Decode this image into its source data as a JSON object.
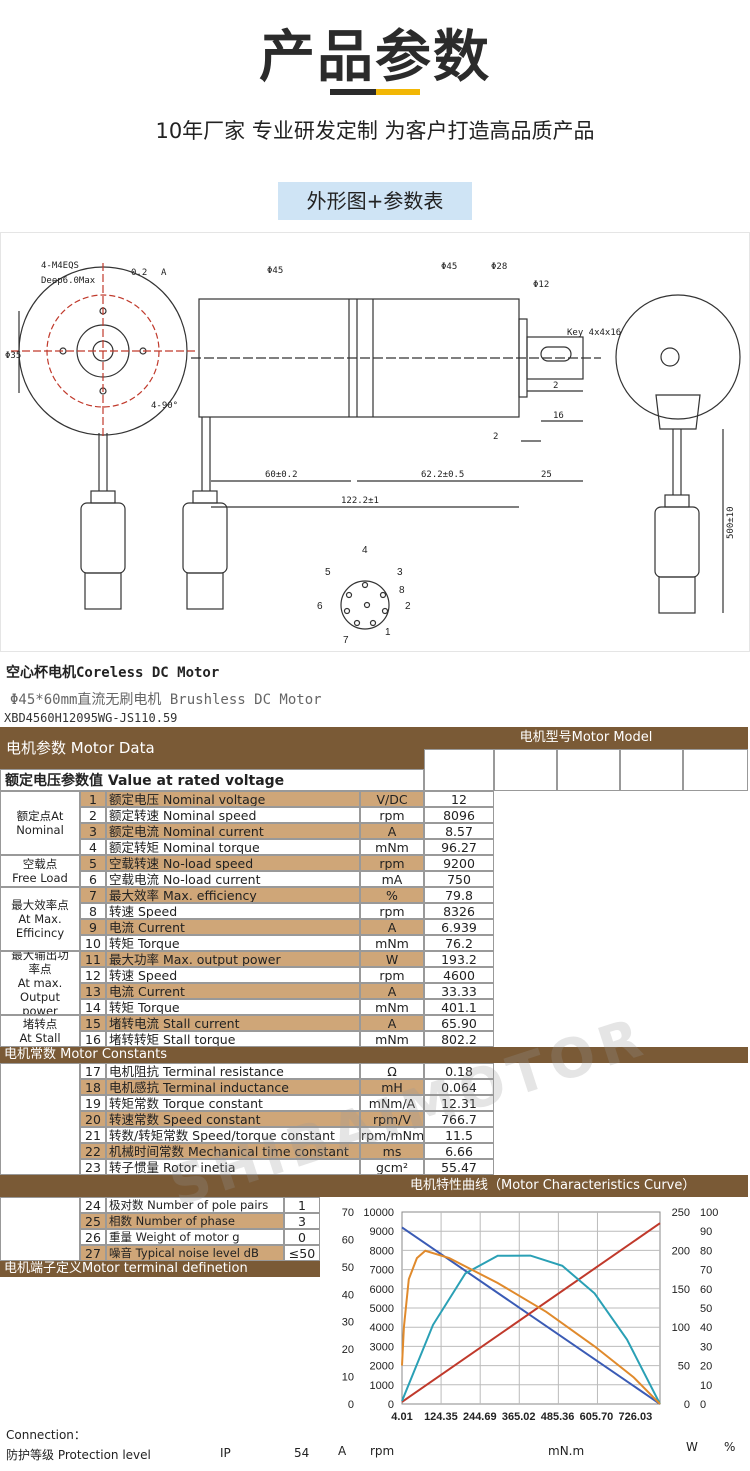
{
  "header": {
    "title": "产品参数",
    "subtitle": "10年厂家 专业研发定制 为客户打造高品质产品",
    "section_tag": "外形图+参数表"
  },
  "drawing": {
    "labels": {
      "hole_note": "4-M4EQS",
      "hole_depth": "Deep6.0Max",
      "tolerance": "0.2",
      "datum": "A",
      "dia35": "Φ35",
      "angle": "4-90°",
      "d45a": "Φ45",
      "d45b": "Φ45",
      "d28": "Φ28",
      "d12": "Φ12",
      "key": "Key 4x4x16",
      "dim2a": "2",
      "dim16": "16",
      "dim2b": "2",
      "dim60": "60±0.2",
      "dim622": "62.2±0.5",
      "dim25": "25",
      "dim1222": "122.2±1",
      "dim500": "500±10",
      "pins": [
        "1",
        "2",
        "3",
        "4",
        "5",
        "6",
        "7",
        "8"
      ]
    }
  },
  "info": {
    "line1": "空心杯电机Coreless DC Motor",
    "line2": "Φ45*60mm直流无刷电机 Brushless DC Motor",
    "line3": "XBD4560H12095WG-JS110.59"
  },
  "table": {
    "motor_data_title": "电机参数 Motor Data",
    "motor_model_title": "电机型号Motor Model",
    "rated_title": "额定电压参数值 Value at rated voltage",
    "groups": [
      {
        "label": "额定点At Nominal"
      },
      {
        "label": "空载点 Free Load"
      },
      {
        "label": "最大效率点 At Max. Efficincy"
      },
      {
        "label": "最大输出功率点 At max. Output power"
      },
      {
        "label": "堵转点 At Stall"
      }
    ],
    "group_lines": [
      [
        "额定点At",
        "Nominal"
      ],
      [
        "空载点",
        "Free Load"
      ],
      [
        "最大效率点",
        "At Max.",
        "Efficincy"
      ],
      [
        "最大输出功",
        "率点",
        "At max.",
        "Output power"
      ],
      [
        "堵转点",
        "At Stall"
      ]
    ],
    "rows": [
      {
        "no": "1",
        "name": "额定电压 Nominal voltage",
        "unit": "V/DC",
        "value": "12"
      },
      {
        "no": "2",
        "name": "额定转速 Nominal speed",
        "unit": "rpm",
        "value": "8096"
      },
      {
        "no": "3",
        "name": "额定电流 Nominal current",
        "unit": "A",
        "value": "8.57"
      },
      {
        "no": "4",
        "name": "额定转矩 Nominal torque",
        "unit": "mNm",
        "value": "96.27"
      },
      {
        "no": "5",
        "name": "空载转速 No-load speed",
        "unit": "rpm",
        "value": "9200"
      },
      {
        "no": "6",
        "name": "空载电流 No-load current",
        "unit": "mA",
        "value": "750"
      },
      {
        "no": "7",
        "name": "最大效率 Max. efficiency",
        "unit": "%",
        "value": "79.8"
      },
      {
        "no": "8",
        "name": "转速      Speed",
        "unit": "rpm",
        "value": "8326"
      },
      {
        "no": "9",
        "name": "电流      Current",
        "unit": "A",
        "value": "6.939"
      },
      {
        "no": "10",
        "name": "转矩      Torque",
        "unit": "mNm",
        "value": "76.2"
      },
      {
        "no": "11",
        "name": "最大功率 Max. output power",
        "unit": "W",
        "value": "193.2"
      },
      {
        "no": "12",
        "name": "转速      Speed",
        "unit": "rpm",
        "value": "4600"
      },
      {
        "no": "13",
        "name": "电流      Current",
        "unit": "A",
        "value": "33.33"
      },
      {
        "no": "14",
        "name": "转矩      Torque",
        "unit": "mNm",
        "value": "401.1"
      },
      {
        "no": "15",
        "name": "堵转电流 Stall current",
        "unit": "A",
        "value": "65.90"
      },
      {
        "no": "16",
        "name": "堵转转矩 Stall torque",
        "unit": "mNm",
        "value": "802.2"
      }
    ],
    "constants_title": "电机常数 Motor Constants",
    "constants": [
      {
        "no": "17",
        "name": "电机阻抗 Terminal resistance",
        "unit": "Ω",
        "value": "0.18"
      },
      {
        "no": "18",
        "name": "电机感抗 Terminal inductance",
        "unit": "mH",
        "value": "0.064"
      },
      {
        "no": "19",
        "name": "转矩常数 Torque constant",
        "unit": "mNm/A",
        "value": "12.31"
      },
      {
        "no": "20",
        "name": "转速常数 Speed constant",
        "unit": "rpm/V",
        "value": "766.7"
      },
      {
        "no": "21",
        "name": "转数/转矩常数 Speed/torque constant",
        "unit": "rpm/mNm",
        "value": "11.5"
      },
      {
        "no": "22",
        "name": "机械时间常数  Mechanical time constant",
        "unit": "ms",
        "value": "6.66"
      },
      {
        "no": "23",
        "name": "转子惯量  Rotor inetia",
        "unit": "gcm²",
        "value": "55.47"
      }
    ],
    "curve_title": "电机特性曲线（Motor Characteristics Curve）",
    "misc": [
      {
        "no": "24",
        "name": "极对数 Number of pole pairs",
        "value": "1"
      },
      {
        "no": "25",
        "name": "相数    Number of phase",
        "value": "3"
      },
      {
        "no": "26",
        "name": "重量    Weight of motor    g",
        "value": "0"
      },
      {
        "no": "27",
        "name": "噪音    Typical noise level dB",
        "value": "≤50"
      }
    ],
    "terminal_title": "电机端子定义Motor terminal definetion"
  },
  "watermark": "SHIBAIMOTOR",
  "footer": {
    "connection": "Connection：",
    "protection_label": "防护等级 Protection level",
    "protection_ip": "IP",
    "protection_value": "54",
    "units": {
      "a": "A",
      "rpm": "rpm",
      "mnm": "mN.m",
      "w": "W",
      "pct": "%"
    }
  },
  "chart_data": {
    "type": "line",
    "title": "电机特性曲线（Motor Characteristics Curve）",
    "x": [
      4.01,
      124.35,
      244.69,
      365.02,
      485.36,
      605.7,
      726.03
    ],
    "x_ticks": [
      "4.01",
      "124.35",
      "244.69",
      "365.02",
      "485.36",
      "605.70",
      "726.03"
    ],
    "xlim": [
      4.01,
      802.2
    ],
    "axes": {
      "current_A": {
        "ticks": [
          "0",
          "10",
          "20",
          "30",
          "40",
          "50",
          "60",
          "70"
        ],
        "lim": [
          0,
          70
        ]
      },
      "speed_rpm": {
        "ticks": [
          "0",
          "1000",
          "2000",
          "3000",
          "4000",
          "5000",
          "6000",
          "7000",
          "8000",
          "9000",
          "10000"
        ],
        "lim": [
          0,
          10000
        ]
      },
      "power_W": {
        "ticks": [
          "0",
          "50",
          "100",
          "150",
          "200",
          "250"
        ],
        "lim": [
          0,
          250
        ]
      },
      "eff_pct": {
        "ticks": [
          "0",
          "10",
          "20",
          "30",
          "40",
          "50",
          "60",
          "70",
          "80",
          "90",
          "100"
        ],
        "lim": [
          0,
          100
        ]
      }
    },
    "series": [
      {
        "color": "#3a5bb5",
        "axis": "speed_rpm",
        "points": [
          [
            4.01,
            9200
          ],
          [
            802.2,
            0
          ]
        ]
      },
      {
        "color": "#c0392b",
        "axis": "current_A",
        "points": [
          [
            4.01,
            0.75
          ],
          [
            802.2,
            65.9
          ]
        ]
      },
      {
        "color": "#2aa0b5",
        "axis": "power_W",
        "points": [
          [
            4.01,
            3.9
          ],
          [
            100,
            103
          ],
          [
            200,
            170
          ],
          [
            300,
            193
          ],
          [
            401.1,
            193.2
          ],
          [
            500,
            180
          ],
          [
            600,
            144
          ],
          [
            700,
            84
          ],
          [
            802.2,
            0
          ]
        ]
      },
      {
        "color": "#e08a2c",
        "axis": "eff_pct",
        "points": [
          [
            4.01,
            20
          ],
          [
            10,
            40
          ],
          [
            25,
            65
          ],
          [
            50,
            76
          ],
          [
            76.2,
            79.8
          ],
          [
            150,
            76
          ],
          [
            300,
            63
          ],
          [
            450,
            48
          ],
          [
            600,
            30
          ],
          [
            720,
            14
          ],
          [
            802.2,
            0
          ]
        ]
      }
    ]
  }
}
